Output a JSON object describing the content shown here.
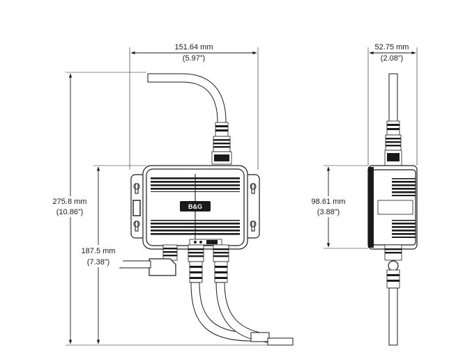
{
  "dimensions": {
    "front_width": {
      "mm": "151.64 mm",
      "inch": "(5.97”)"
    },
    "overall_height": {
      "mm": "275.8 mm",
      "inch": "(10.86”)"
    },
    "lower_height": {
      "mm": "187.5 mm",
      "inch": "(7.38”)"
    },
    "side_width": {
      "mm": "52.75 mm",
      "inch": "(2.08”)"
    },
    "side_height": {
      "mm": "98.61 mm",
      "inch": "(3.88”)"
    }
  },
  "logo": {
    "text": "B&G"
  },
  "colors": {
    "line": "#1a1a1a",
    "background": "#ffffff"
  }
}
